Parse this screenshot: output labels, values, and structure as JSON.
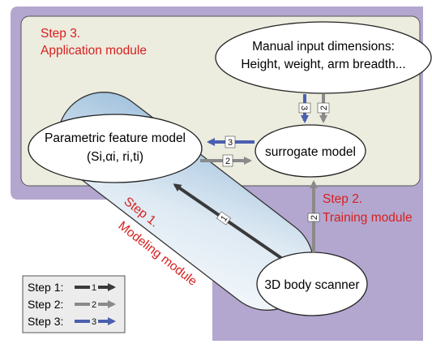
{
  "modules": {
    "application": {
      "step": "Step 3.",
      "name": "Application module"
    },
    "training": {
      "step": "Step 2.",
      "name": "Training module"
    },
    "modeling": {
      "step": "Step 1.",
      "name": "Modeling module"
    }
  },
  "nodes": {
    "manual_input": {
      "line1": "Manual input dimensions:",
      "line2": "Height, weight, arm breadth..."
    },
    "parametric_model": {
      "line1": "Parametric feature model",
      "line2": "(Si,αi, ri,ti)"
    },
    "surrogate_model": {
      "label": "surrogate model"
    },
    "body_scanner": {
      "label": "3D body scanner"
    }
  },
  "arrow_labels": {
    "scanner_to_parametric": "1",
    "scanner_to_surrogate": "2",
    "parametric_to_surrogate": "2",
    "surrogate_to_parametric": "3",
    "input_to_surrogate": "3",
    "surrogate_to_input": "2"
  },
  "legend": [
    {
      "label": "Step 1:",
      "num": "1",
      "color": "#3a3a3a"
    },
    {
      "label": "Step 2:",
      "num": "2",
      "color": "#8a8a8a"
    },
    {
      "label": "Step 3:",
      "num": "3",
      "color": "#4a5fb0"
    }
  ],
  "colors": {
    "purple_region": "#b3a7cf",
    "application_fill": "#ececdf",
    "capsule_fill": "#a9c7e0",
    "step1": "#3a3a3a",
    "step2": "#8a8a8a",
    "step3": "#4a5fb0",
    "module_text": "#d6201f"
  }
}
